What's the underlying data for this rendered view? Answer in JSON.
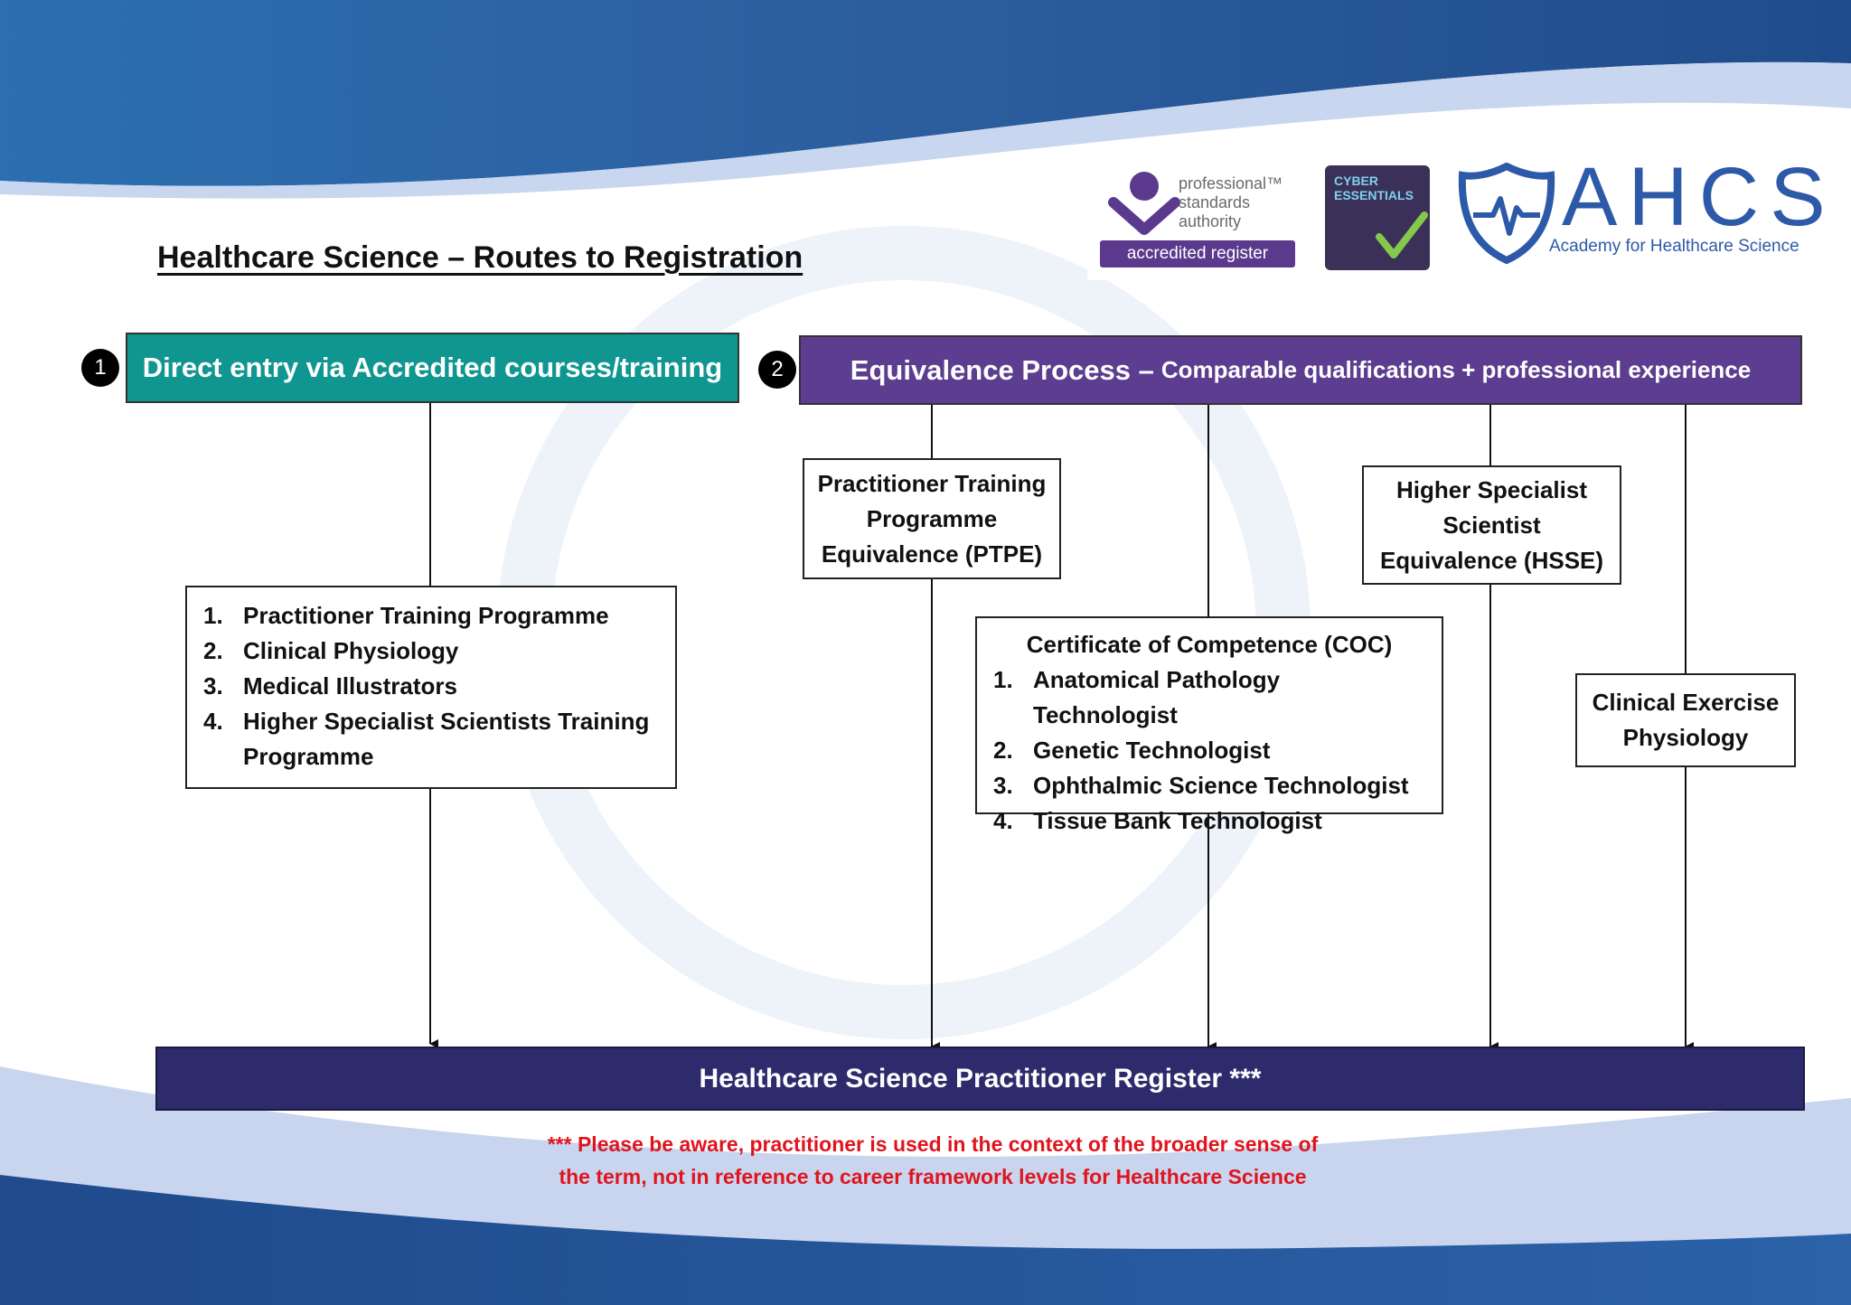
{
  "title": "Healthcare Science – Routes to Registration",
  "route1": {
    "number": "1",
    "heading": "Direct entry via Accredited courses/training",
    "items": [
      {
        "num": "1.",
        "text": "Practitioner Training Programme"
      },
      {
        "num": "2.",
        "text": "Clinical Physiology"
      },
      {
        "num": "3.",
        "text": "Medical Illustrators"
      },
      {
        "num": "4.",
        "text": "Higher Specialist Scientists Training Programme"
      }
    ]
  },
  "route2": {
    "number": "2",
    "heading": "Equivalence Process –",
    "subheading": "Comparable qualifications + professional experience",
    "ptpe": "Practitioner Training Programme Equivalence (PTPE)",
    "coc": {
      "title": "Certificate of Competence (COC)",
      "items": [
        {
          "num": "1.",
          "text": "Anatomical Pathology Technologist"
        },
        {
          "num": "2.",
          "text": "Genetic Technologist"
        },
        {
          "num": "3.",
          "text": "Ophthalmic Science Technologist"
        },
        {
          "num": "4.",
          "text": "Tissue Bank Technologist"
        }
      ]
    },
    "hsse": "Higher Specialist Scientist Equivalence (HSSE)",
    "cep": "Clinical Exercise Physiology"
  },
  "register": "Healthcare Science Practitioner Register ***",
  "note": {
    "line1": "*** Please be aware, practitioner is used in the context of the broader sense of",
    "line2": "the term, not in reference to career framework levels for Healthcare Science"
  },
  "logos": {
    "psa": {
      "line1": "professional™",
      "line2": "standards",
      "line3": "authority",
      "badge": "accredited register"
    },
    "cyber": {
      "line1": "CYBER",
      "line2": "ESSENTIALS"
    },
    "ahcs": {
      "name": "AHCS",
      "tagline": "Academy for Healthcare Science"
    }
  },
  "colors": {
    "route1": "#0f9690",
    "route2": "#5c3d8f",
    "register": "#2d2b6c",
    "note": "#e0141e",
    "brand": "#2d5aa8"
  }
}
